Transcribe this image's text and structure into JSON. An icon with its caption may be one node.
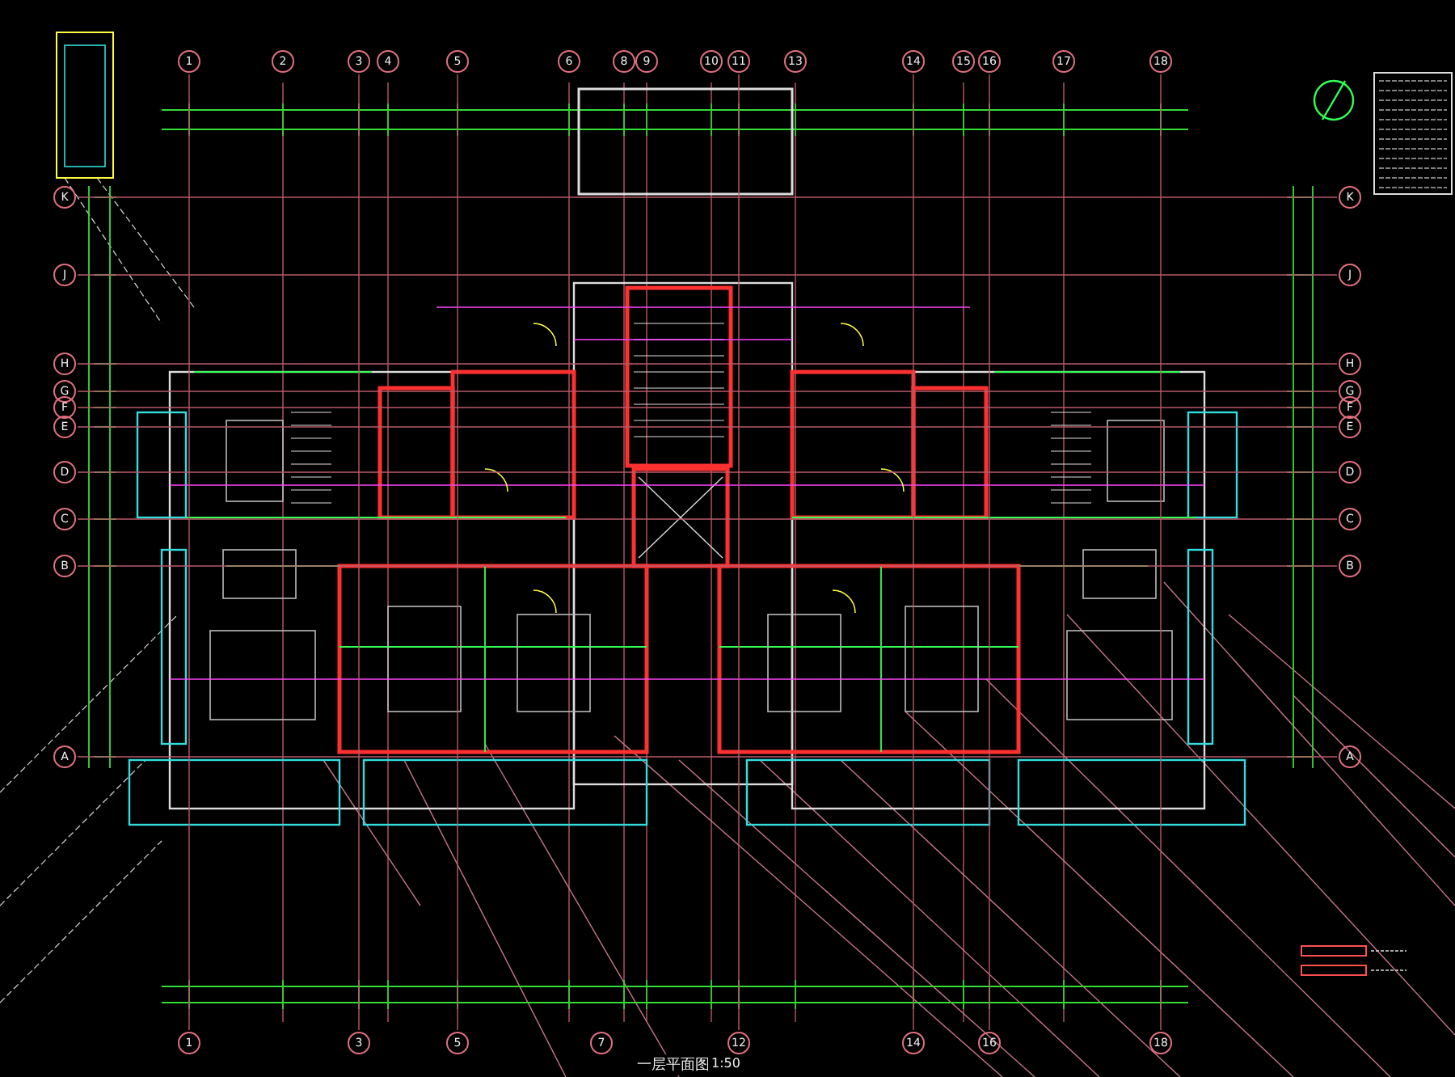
{
  "diagram": {
    "title": "一层平面图",
    "nodes": [
      {
        "text": [
          "1"
        ]
      },
      {
        "text": [
          "2"
        ]
      },
      {
        "text": [
          "3"
        ]
      },
      {
        "text": [
          "4"
        ]
      },
      {
        "text": [
          "5"
        ]
      },
      {
        "text": [
          "6"
        ]
      },
      {
        "text": [
          "8"
        ]
      },
      {
        "text": [
          "9"
        ]
      },
      {
        "text": [
          "10"
        ]
      },
      {
        "text": [
          "11"
        ]
      },
      {
        "text": [
          "13"
        ]
      },
      {
        "text": [
          "14"
        ]
      },
      {
        "text": [
          "15"
        ]
      },
      {
        "text": [
          "16"
        ]
      },
      {
        "text": [
          "17"
        ]
      },
      {
        "text": [
          "18"
        ]
      },
      {
        "text": [
          "K"
        ]
      },
      {
        "text": [
          "J"
        ]
      },
      {
        "text": [
          "H"
        ]
      },
      {
        "text": [
          "G"
        ]
      },
      {
        "text": [
          "F"
        ]
      },
      {
        "text": [
          "E"
        ]
      },
      {
        "text": [
          "D"
        ]
      },
      {
        "text": [
          "C"
        ]
      },
      {
        "text": [
          "B"
        ]
      },
      {
        "text": [
          "A"
        ]
      },
      {
        "text": [
          "K"
        ]
      },
      {
        "text": [
          "J"
        ]
      },
      {
        "text": [
          "H"
        ]
      },
      {
        "text": [
          "G"
        ]
      },
      {
        "text": [
          "F"
        ]
      },
      {
        "text": [
          "E"
        ]
      },
      {
        "text": [
          "D"
        ]
      },
      {
        "text": [
          "C"
        ]
      },
      {
        "text": [
          "B"
        ]
      },
      {
        "text": [
          "A"
        ]
      },
      {
        "text": [
          "1"
        ]
      },
      {
        "text": [
          "3"
        ]
      },
      {
        "text": [
          "5"
        ]
      },
      {
        "text": [
          "7"
        ]
      },
      {
        "text": [
          "12"
        ]
      },
      {
        "text": [
          "14"
        ]
      },
      {
        "text": [
          "16"
        ]
      },
      {
        "text": [
          "18"
        ]
      }
    ],
    "edges": [
      {
        "from": 0,
        "to": 36,
        "arrow": "none"
      },
      {
        "from": 2,
        "to": 37,
        "arrow": "none"
      },
      {
        "from": 4,
        "to": 38,
        "arrow": "none"
      },
      {
        "from": 9,
        "to": 40,
        "arrow": "none"
      },
      {
        "from": 11,
        "to": 41,
        "arrow": "none"
      },
      {
        "from": 13,
        "to": 42,
        "arrow": "none"
      },
      {
        "from": 15,
        "to": 43,
        "arrow": "none"
      },
      {
        "from": 16,
        "to": 26,
        "arrow": "none"
      },
      {
        "from": 17,
        "to": 27,
        "arrow": "none"
      },
      {
        "from": 18,
        "to": 28,
        "arrow": "none"
      },
      {
        "from": 19,
        "to": 29,
        "arrow": "none"
      },
      {
        "from": 20,
        "to": 30,
        "arrow": "none"
      },
      {
        "from": 21,
        "to": 31,
        "arrow": "none"
      },
      {
        "from": 22,
        "to": 32,
        "arrow": "none"
      },
      {
        "from": 23,
        "to": 33,
        "arrow": "none"
      },
      {
        "from": 24,
        "to": 34,
        "arrow": "none"
      },
      {
        "from": 25,
        "to": 35,
        "arrow": "none"
      }
    ],
    "labels": [
      "1:50"
    ]
  }
}
